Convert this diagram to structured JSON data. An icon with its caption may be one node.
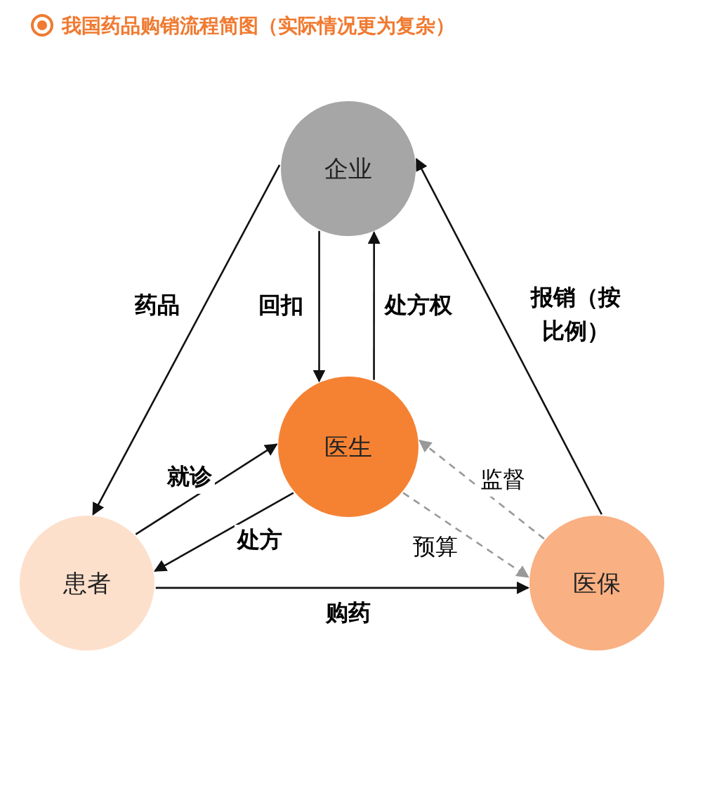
{
  "diagram": {
    "title": "我国药品购销流程简图（实际情况更为复杂）",
    "nodes": [
      {
        "text": [
          "企业"
        ]
      },
      {
        "text": [
          "医生"
        ]
      },
      {
        "text": [
          "患者"
        ]
      },
      {
        "text": [
          "医保"
        ]
      }
    ],
    "edges": [
      {
        "from": 0,
        "to": 2,
        "arrow": "to",
        "label": "药品"
      },
      {
        "from": 0,
        "to": 1,
        "arrow": "to",
        "label": "回扣"
      },
      {
        "from": 1,
        "to": 0,
        "arrow": "to",
        "label": "处方权"
      },
      {
        "from": 3,
        "to": 0,
        "arrow": "to",
        "label": "报销（按比例）"
      },
      {
        "from": 2,
        "to": 1,
        "arrow": "to",
        "label": "就诊"
      },
      {
        "from": 1,
        "to": 2,
        "arrow": "to",
        "label": "处方"
      },
      {
        "from": 2,
        "to": 3,
        "arrow": "to",
        "label": "购药"
      },
      {
        "from": 3,
        "to": 1,
        "arrow": "to",
        "label": "监督",
        "style": "dashed",
        "color": "#999999"
      },
      {
        "from": 1,
        "to": 3,
        "arrow": "to",
        "label": "预算",
        "style": "dashed",
        "color": "#999999"
      }
    ]
  }
}
